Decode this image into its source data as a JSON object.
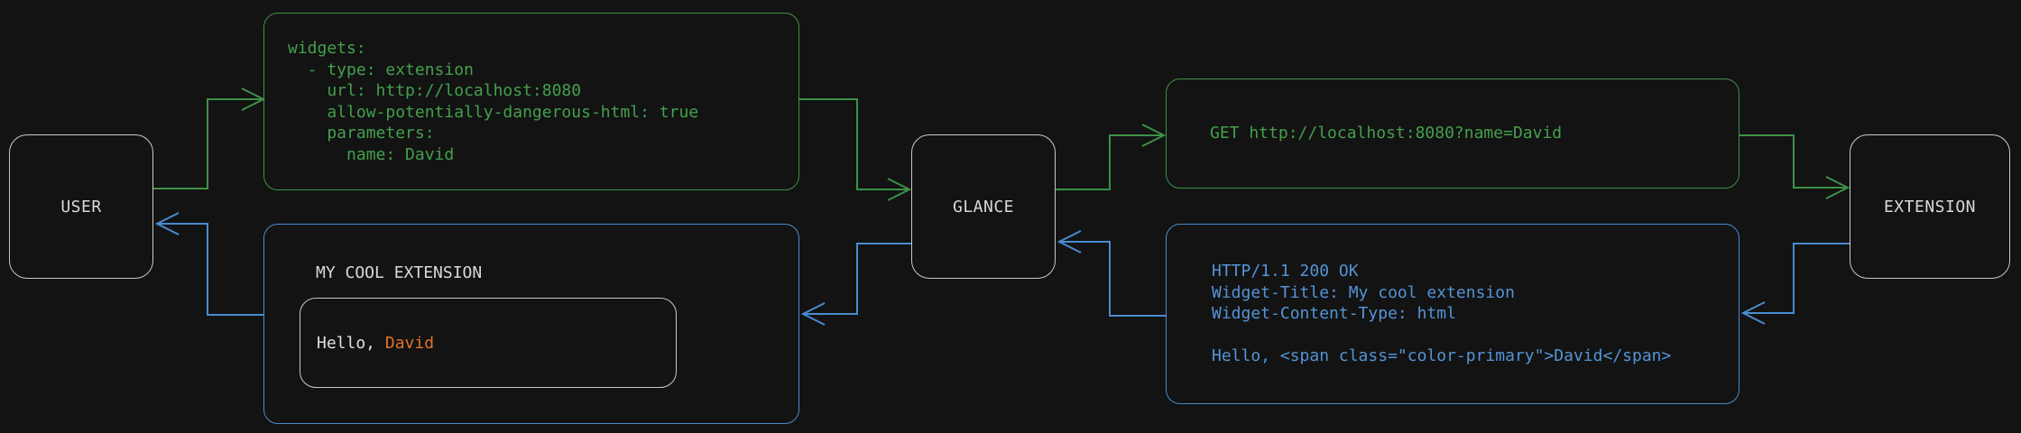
{
  "diagram": {
    "nodes": {
      "user": "USER",
      "glance": "GLANCE",
      "extension": "EXTENSION"
    },
    "config_box": {
      "lines": [
        "widgets:",
        "  - type: extension",
        "    url: http://localhost:8080",
        "    allow-potentially-dangerous-html: true",
        "    parameters:",
        "      name: David"
      ]
    },
    "request_box": {
      "text": "GET http://localhost:8080?name=David"
    },
    "response_box": {
      "lines": [
        "HTTP/1.1 200 OK",
        "Widget-Title: My cool extension",
        "Widget-Content-Type: html",
        "",
        "Hello, <span class=\"color-primary\">David</span>"
      ]
    },
    "widget_box": {
      "title": "MY COOL EXTENSION",
      "hello_prefix": "Hello, ",
      "hello_name": "David"
    },
    "colors": {
      "background": "#131313",
      "green_line": "#3d9147",
      "green_text": "#43a04c",
      "blue_line": "#4a8bce",
      "blue_text": "#5494d6",
      "orange_accent": "#e17328",
      "node_border": "#c9c9c9",
      "light_text": "#d9d9d9"
    }
  }
}
